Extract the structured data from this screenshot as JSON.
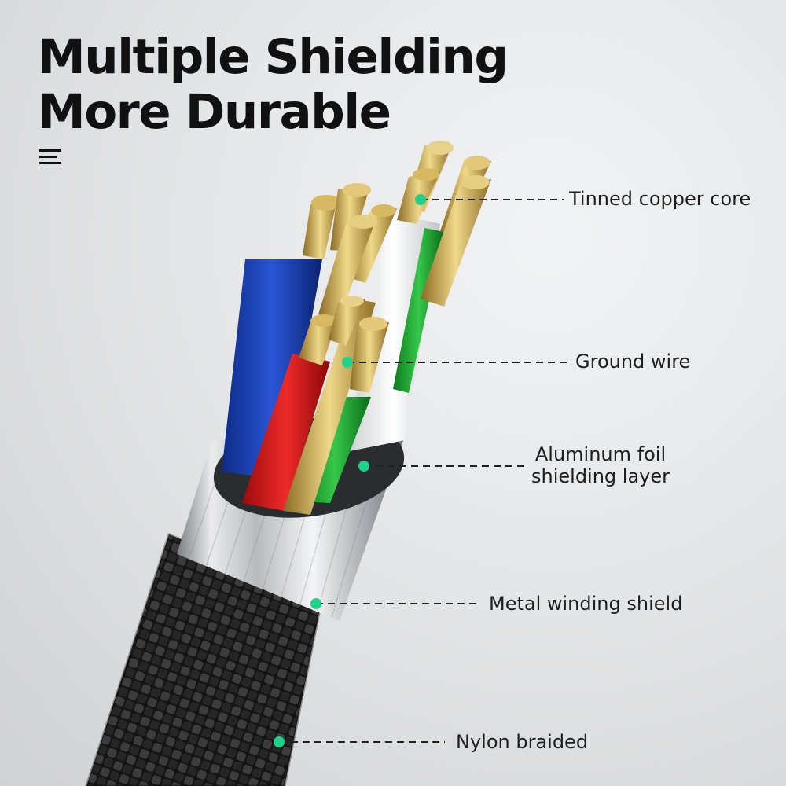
{
  "title": {
    "line1": "Multiple Shielding",
    "line2": "More Durable"
  },
  "icons": [
    "menu-icon"
  ],
  "accent_color": "#1fd28a",
  "callouts": {
    "copper_core": "Tinned copper core",
    "ground_wire": "Ground wire",
    "foil_line1": "Aluminum foil",
    "foil_line2": "shielding layer",
    "metal_shield": "Metal winding shield",
    "nylon": "Nylon braided"
  }
}
